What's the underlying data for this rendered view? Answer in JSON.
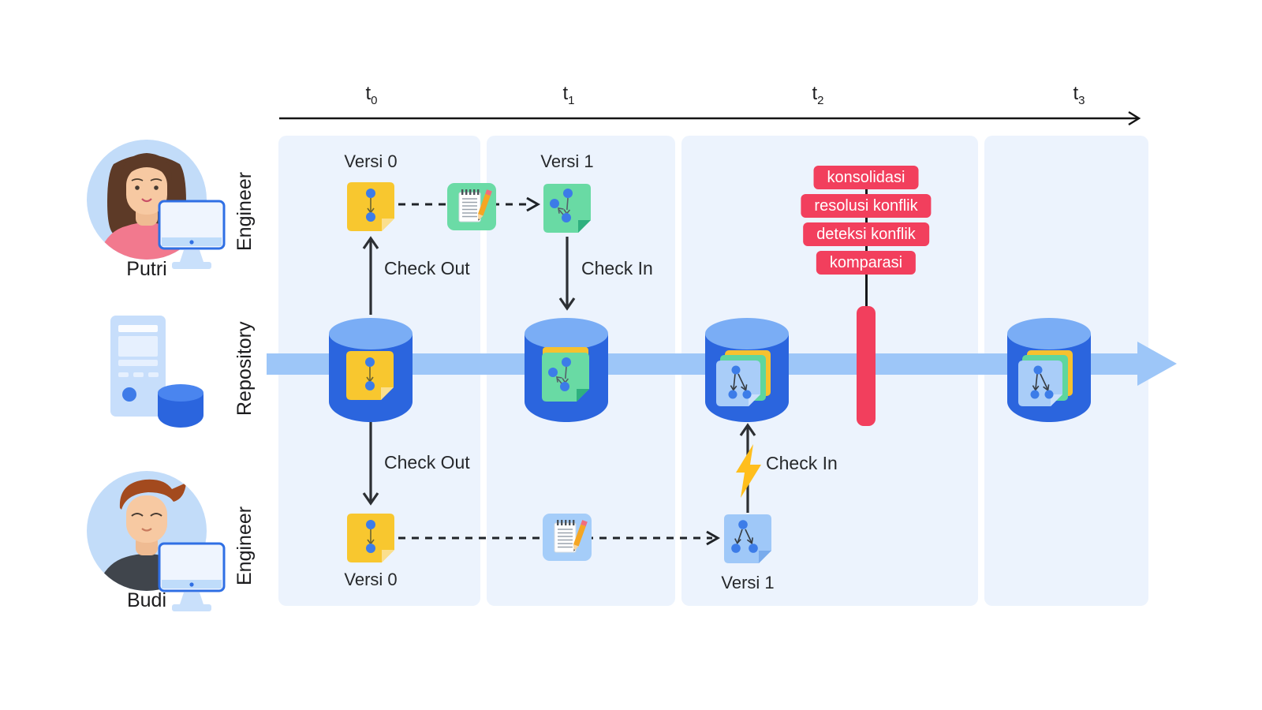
{
  "timeline": {
    "ticks": [
      {
        "base": "t",
        "sub": "0"
      },
      {
        "base": "t",
        "sub": "1"
      },
      {
        "base": "t",
        "sub": "2"
      },
      {
        "base": "t",
        "sub": "3"
      }
    ]
  },
  "lanes": {
    "engineer_top": "Engineer",
    "repository": "Repository",
    "engineer_bottom": "Engineer"
  },
  "actors": {
    "top_name": "Putri",
    "bottom_name": "Budi"
  },
  "putri_flow": {
    "version_before": "Versi 0",
    "version_after": "Versi 1",
    "check_out": "Check Out",
    "check_in": "Check In"
  },
  "budi_flow": {
    "version_before": "Versi 0",
    "version_after": "Versi 1",
    "check_out": "Check Out",
    "check_in": "Check In"
  },
  "merge": {
    "labels": [
      "konsolidasi",
      "resolusi konflik",
      "deteksi konflik",
      "komparasi"
    ]
  },
  "colors": {
    "accent_red": "#F23F5D",
    "timeline_band": "#9DC6F8",
    "panel_blue": "#ECF3FD",
    "repo_blue": "#2B65DE",
    "note_yellow": "#F8C72F",
    "note_green": "#69DAA4",
    "note_blue": "#9FC8F8",
    "lightning_yellow": "#FFBE1D"
  }
}
